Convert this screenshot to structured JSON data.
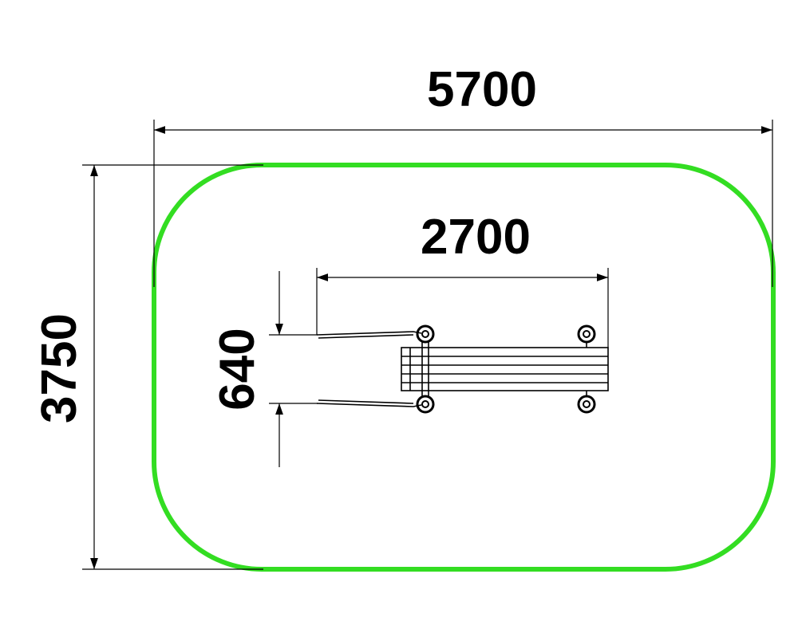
{
  "diagram": {
    "dimensions": {
      "overall_width": "5700",
      "overall_depth": "3750",
      "equipment_length": "2700",
      "equipment_width": "640"
    },
    "colors": {
      "safety_zone": "#33dd22",
      "lines": "#000000",
      "background": "#ffffff"
    }
  }
}
